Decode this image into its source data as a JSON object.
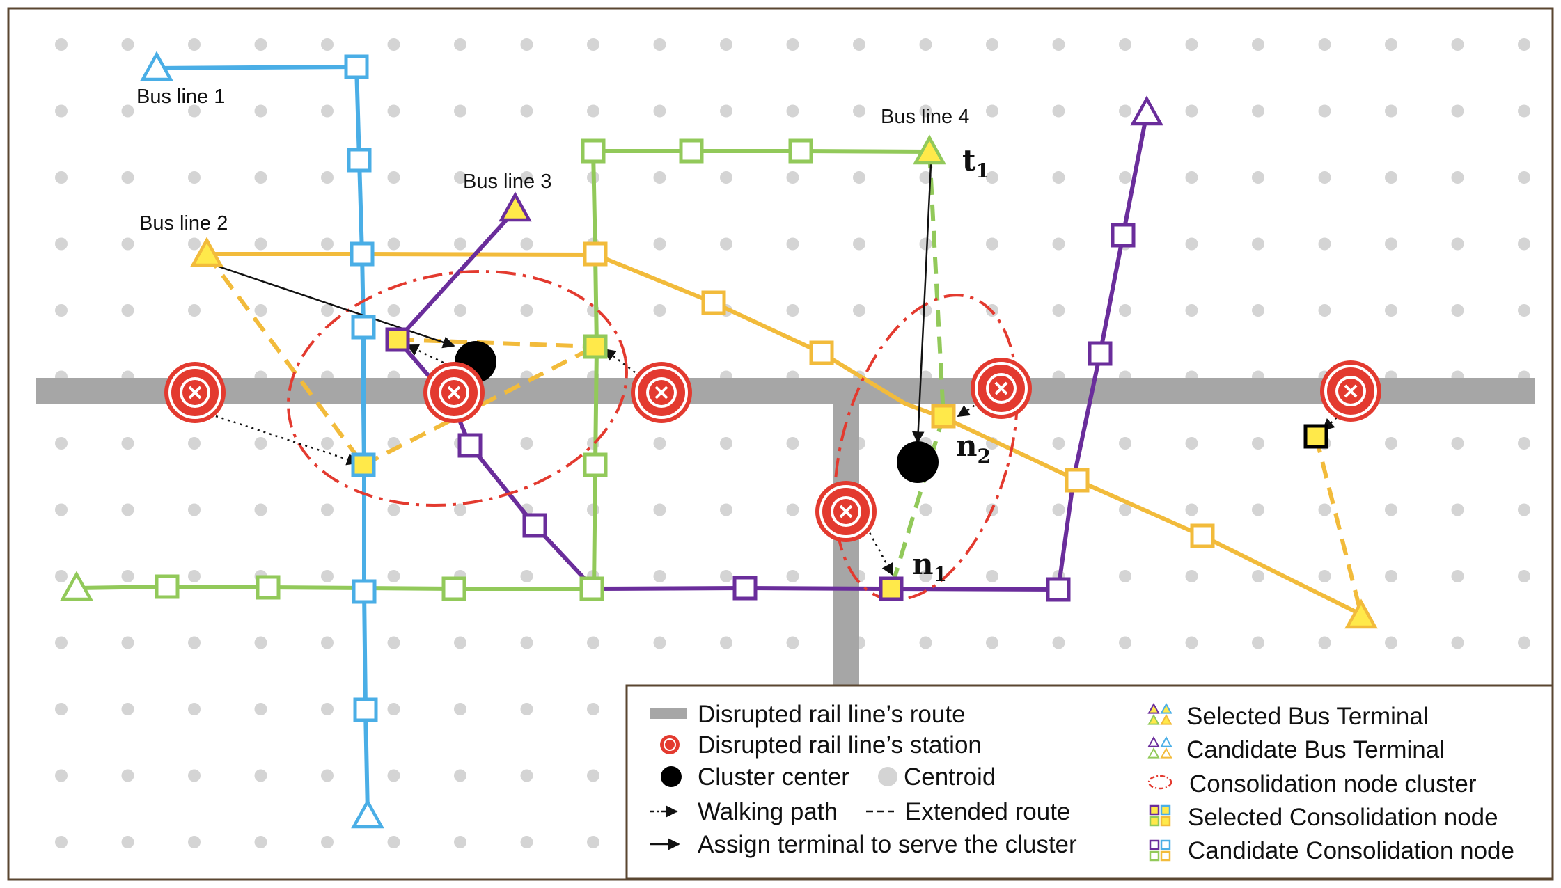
{
  "labels": {
    "bus_line_1": "Bus line 1",
    "bus_line_2": "Bus line 2",
    "bus_line_3": "Bus line 3",
    "bus_line_4": "Bus line 4",
    "t1_base": "t",
    "t1_sub": "1",
    "n1_base": "n",
    "n1_sub": "1",
    "n2_base": "n",
    "n2_sub": "2"
  },
  "colors": {
    "blue": "#4aaee6",
    "green": "#92c95a",
    "orange": "#f2bb3b",
    "purple": "#6a2d9b",
    "red": "#e33a2f",
    "rail": "#a6a6a6",
    "dot": "#d4d4d4",
    "yellow_fill": "#ffe94a",
    "frame": "#5a4630"
  },
  "legend": {
    "items": [
      "Disrupted rail line’s route",
      "Disrupted rail line’s station",
      "Cluster center",
      "Centroid",
      "Walking path",
      "Extended route",
      "Assign terminal to serve the cluster",
      "Selected Bus Terminal",
      "Candidate Bus Terminal",
      "Consolidation node cluster",
      "Selected Consolidation node",
      "Candidate Consolidation node"
    ]
  }
}
